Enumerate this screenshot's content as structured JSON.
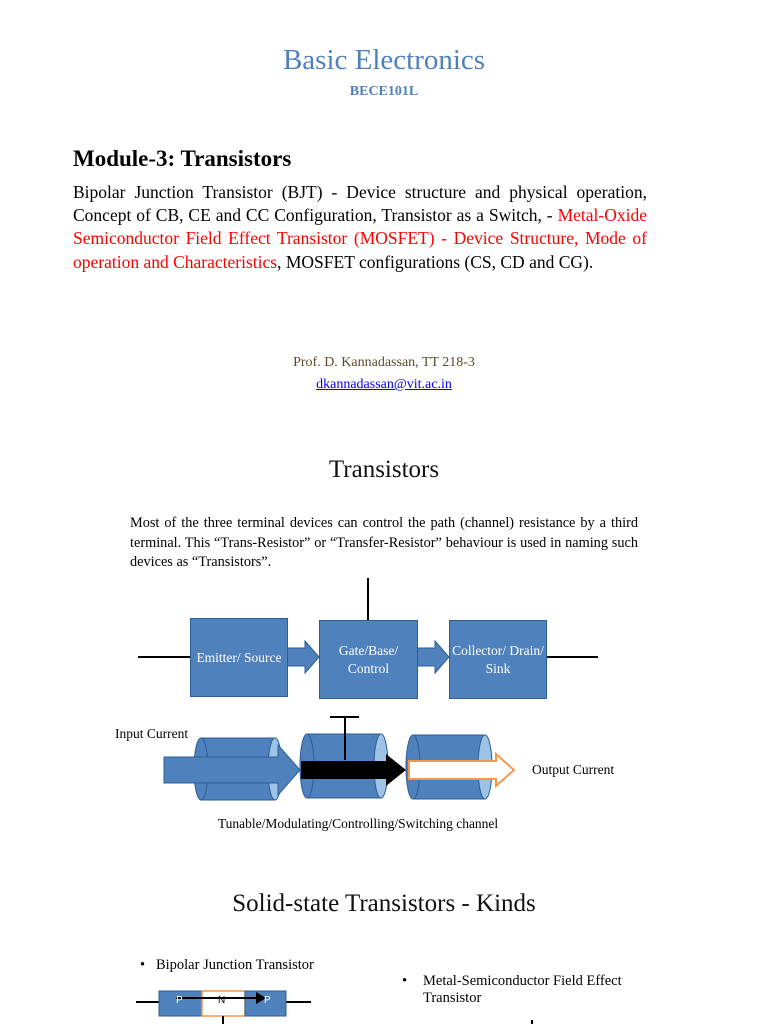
{
  "header": {
    "title": "Basic Electronics",
    "code": "BECE101L"
  },
  "module": {
    "heading": "Module-3: Transistors",
    "text_part1": "Bipolar Junction Transistor (BJT) - Device structure and physical operation, Concept of CB, CE and CC Configuration, Transistor as a Switch, - ",
    "text_red": "Metal-Oxide Semiconductor Field Effect Transistor (MOSFET) - Device Structure, Mode of operation and Characteristics",
    "text_part2": ", MOSFET configurations (CS, CD and CG)."
  },
  "author": {
    "name": "Prof. D. Kannadassan, TT 218-3",
    "email": "dkannadassan@vit.ac.in"
  },
  "transistors": {
    "heading": "Transistors",
    "paragraph": "Most of the three terminal devices can control the path (channel) resistance by a third terminal. This “Trans-Resistor” or “Transfer-Resistor” behaviour is used in naming such devices as “Transistors”.",
    "blocks": [
      "Emitter/ Source",
      "Gate/Base/ Control",
      "Collector/ Drain/ Sink"
    ],
    "input_label": "Input Current",
    "output_label": "Output Current",
    "channel_caption": "Tunable/Modulating/Controlling/Switching channel"
  },
  "kinds": {
    "heading": "Solid-state Transistors - Kinds",
    "bullet1": "Bipolar Junction Transistor",
    "bullet2": "Metal-Semiconductor Field Effect Transistor",
    "pnp_labels": [
      "P",
      "N",
      "P"
    ]
  },
  "colors": {
    "title_blue": "#4f81bd",
    "highlight_red": "#ff0000",
    "arrow_orange": "#f79646"
  }
}
